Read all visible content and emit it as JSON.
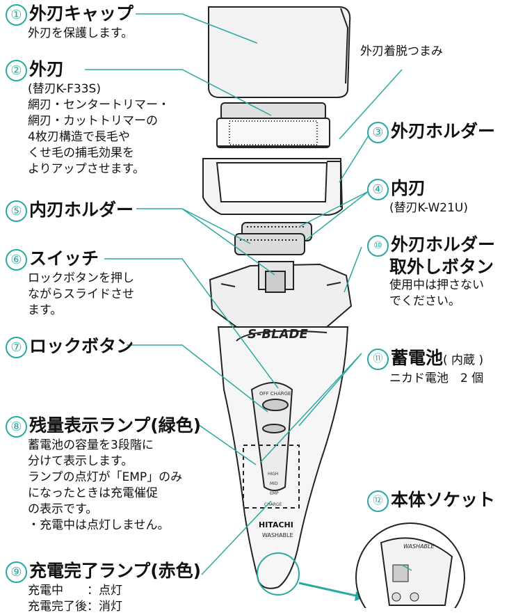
{
  "colors": {
    "leader": "#2aa9a0",
    "stroke": "#222222"
  },
  "parts": [
    {
      "num": "①",
      "title": "外刃キャップ",
      "lines": [
        "外刃を保護します。"
      ]
    },
    {
      "num": "②",
      "title": "外刃",
      "lines": [
        "(替刃K-F33S)",
        "網刃・センタートリマー・",
        "網刃・カットトリマーの",
        "4枚刃構造で長毛や",
        "くせ毛の捕毛効果を",
        "よりアップさせます。"
      ]
    },
    {
      "num": "③",
      "title": "外刃ホルダー",
      "lines": []
    },
    {
      "num": "④",
      "title": "内刃",
      "lines": [
        "(替刃K-W21U)"
      ]
    },
    {
      "num": "⑤",
      "title": "内刃ホルダー",
      "lines": []
    },
    {
      "num": "⑥",
      "title": "スイッチ",
      "lines": [
        "ロックボタンを押し",
        "ながらスライドさせ",
        "ます。"
      ]
    },
    {
      "num": "⑦",
      "title": "ロックボタン",
      "lines": []
    },
    {
      "num": "⑧",
      "title": "残量表示ランプ(緑色)",
      "lines": [
        "蓄電池の容量を3段階に",
        "分けて表示します。",
        "ランプの点灯が「EMP」のみ",
        "になったときは充電催促",
        "の表示です。",
        "・充電中は点灯しません。"
      ]
    },
    {
      "num": "⑨",
      "title": "充電完了ランプ(赤色)",
      "lines": [
        "充電中　　：点灯",
        "充電完了後：消灯"
      ]
    },
    {
      "num": "⑩",
      "title_lines": [
        "外刃ホルダー",
        "取外しボタン"
      ],
      "lines": [
        "使用中は押さない",
        "でください。"
      ]
    },
    {
      "num": "⑪",
      "title": "蓄電池",
      "title_suffix": "( 内蔵 )",
      "lines": [
        "ニカド電池　2 個"
      ]
    },
    {
      "num": "⑫",
      "title": "本体ソケット",
      "lines": []
    }
  ],
  "knob_label": "外刃着脱つまみ",
  "body_text": {
    "brand": "S-BLADE",
    "off_charge": "OFF CHARGE",
    "high": "HIGH",
    "mid": "MID",
    "emp": "EMP",
    "charge": "CHARGE",
    "maker": "HITACHI",
    "washable": "WASHABLE",
    "inset_washable": "WASHABLE"
  }
}
